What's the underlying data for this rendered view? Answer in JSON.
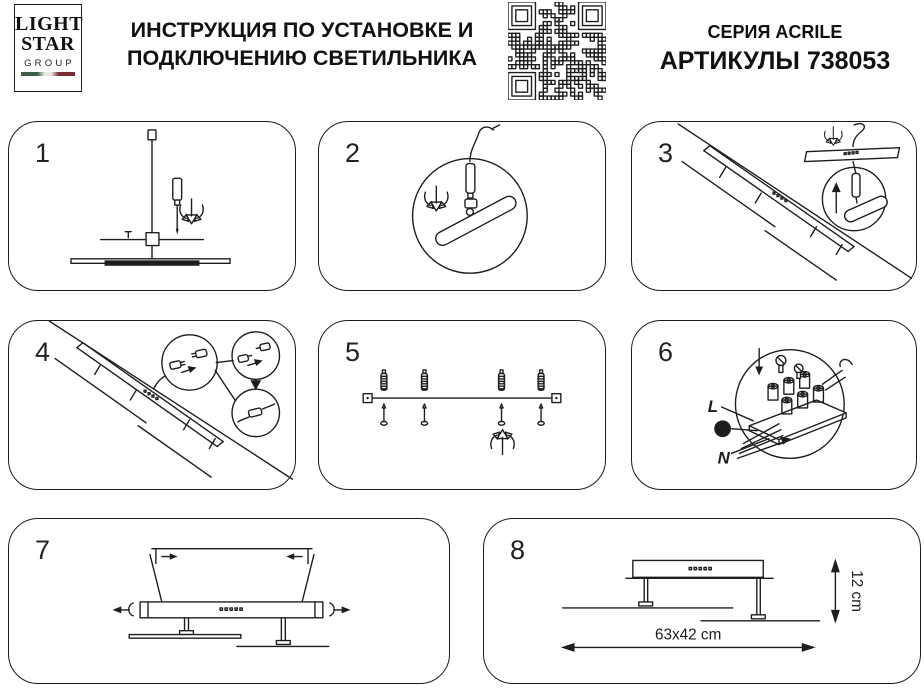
{
  "header": {
    "logo": {
      "word1": "LIGHT",
      "word2": "STAR",
      "word3": "GROUP"
    },
    "title_line1": "ИНСТРУКЦИЯ ПО УСТАНОВКЕ И",
    "title_line2": "ПОДКЛЮЧЕНИЮ СВЕТИЛЬНИКА",
    "series": "СЕРИЯ ACRILE",
    "article": "АРТИКУЛЫ 738053",
    "qr_icon": "qr-code"
  },
  "steps": [
    {
      "number": "1"
    },
    {
      "number": "2"
    },
    {
      "number": "3"
    },
    {
      "number": "4"
    },
    {
      "number": "5"
    },
    {
      "number": "6"
    },
    {
      "number": "7"
    },
    {
      "number": "8"
    }
  ],
  "wiring": {
    "live_label": "L",
    "neutral_label": "N",
    "earth_icon": "earth-ground"
  },
  "dimensions": {
    "width_depth": "63x42 cm",
    "height": "12 cm"
  },
  "colors": {
    "ink": "#1d1d1d",
    "paper": "#ffffff",
    "flag_green": "#3c5f48",
    "flag_red": "#7e2b34"
  }
}
